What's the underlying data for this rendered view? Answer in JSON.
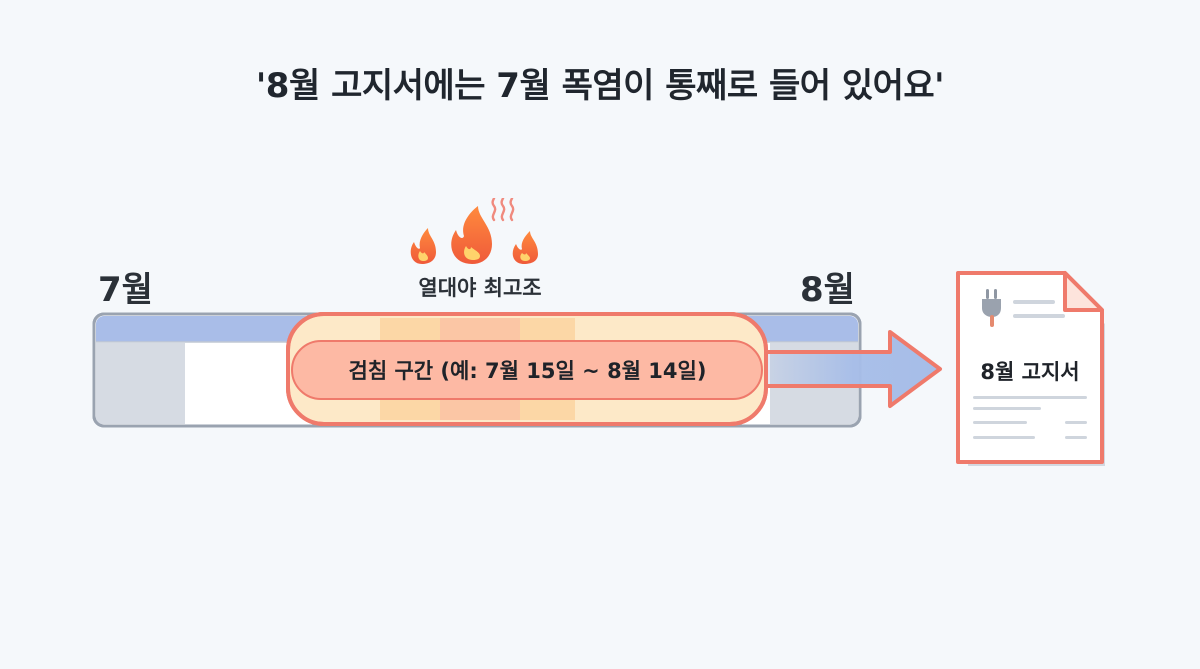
{
  "title": "'8월 고지서에는 7월 폭염이 통째로 들어 있어요'",
  "timeline": {
    "start_label": "7월",
    "end_label": "8월",
    "peak_label": "열대야 최고조",
    "period_label": "검침 구간 (예: 7월 15일 ~ 8월 14일)"
  },
  "bill": {
    "label": "8월 고지서"
  },
  "colors": {
    "accent": "#ef7a6b",
    "highlight_fill": "#fdb9a4",
    "bar_top": "#a9bde8",
    "bar_body": "#ffffff",
    "bar_gray": "#d6dbe3",
    "arrow": "#a6bde8"
  },
  "icons": [
    "fire-icon",
    "steam-icon",
    "plug-icon",
    "arrow-right-icon"
  ]
}
